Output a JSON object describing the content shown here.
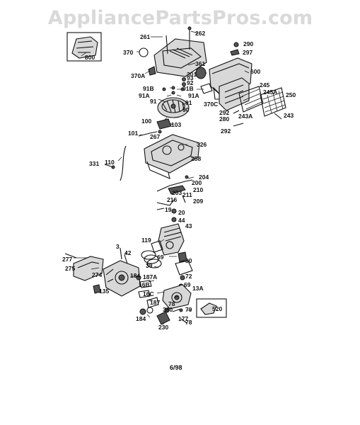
{
  "watermark": "AppliancePartsPros.com",
  "footer_date": "6/98",
  "part_labels": [
    "261",
    "262",
    "290",
    "297",
    "370",
    "800",
    "361",
    "93",
    "92",
    "301",
    "600",
    "370A",
    "91B",
    "91B",
    "91A",
    "91A",
    "91",
    "91",
    "245",
    "245A",
    "250",
    "90",
    "370C",
    "292",
    "280",
    "243A",
    "243",
    "103",
    "100",
    "292",
    "101",
    "267",
    "326",
    "331",
    "110",
    "258",
    "204",
    "200",
    "210",
    "203",
    "211",
    "216",
    "209",
    "19",
    "20",
    "44",
    "43",
    "119",
    "3",
    "42",
    "69",
    "277",
    "275",
    "39",
    "30",
    "274",
    "184",
    "187A",
    "72",
    "16B",
    "69",
    "135",
    "16C",
    "13A",
    "187",
    "78",
    "360",
    "79",
    "520",
    "184",
    "230",
    "177",
    "78"
  ]
}
